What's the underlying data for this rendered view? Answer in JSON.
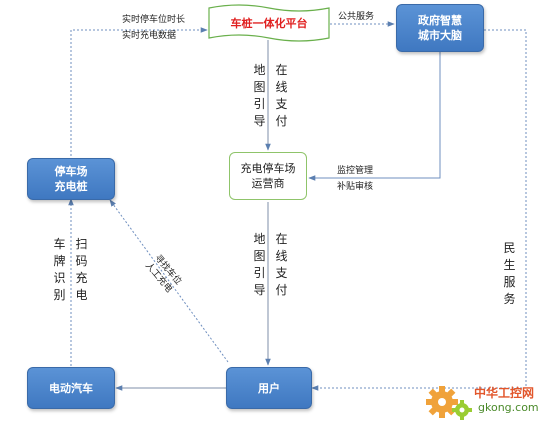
{
  "platform": {
    "label": "车桩一体化平台",
    "color": "#e02020",
    "border": "#6ab04c"
  },
  "government": {
    "label": "政府智慧\n城市大脑"
  },
  "parking": {
    "label": "停车场\n充电桩"
  },
  "operator": {
    "label": "充电停车场\n运营商"
  },
  "ev": {
    "label": "电动汽车"
  },
  "user": {
    "label": "用户"
  },
  "edges": {
    "parking_to_platform_1": "实时停车位时长",
    "parking_to_platform_2": "实时充电数据",
    "public_service": "公共服务",
    "platform_operator_map": "地图引导",
    "platform_operator_pay": "在线支付",
    "supervision_1": "监控管理",
    "supervision_2": "补贴审核",
    "operator_user_map": "地图引导",
    "operator_user_pay": "在线支付",
    "plate_recognition": "车牌识别",
    "scan_charge": "扫码充电",
    "user_to_parking": "寻找车位\n人工充电",
    "livelihood": "民生服务"
  },
  "watermark": {
    "cn": "中华工控网",
    "en": "gkong.com"
  }
}
